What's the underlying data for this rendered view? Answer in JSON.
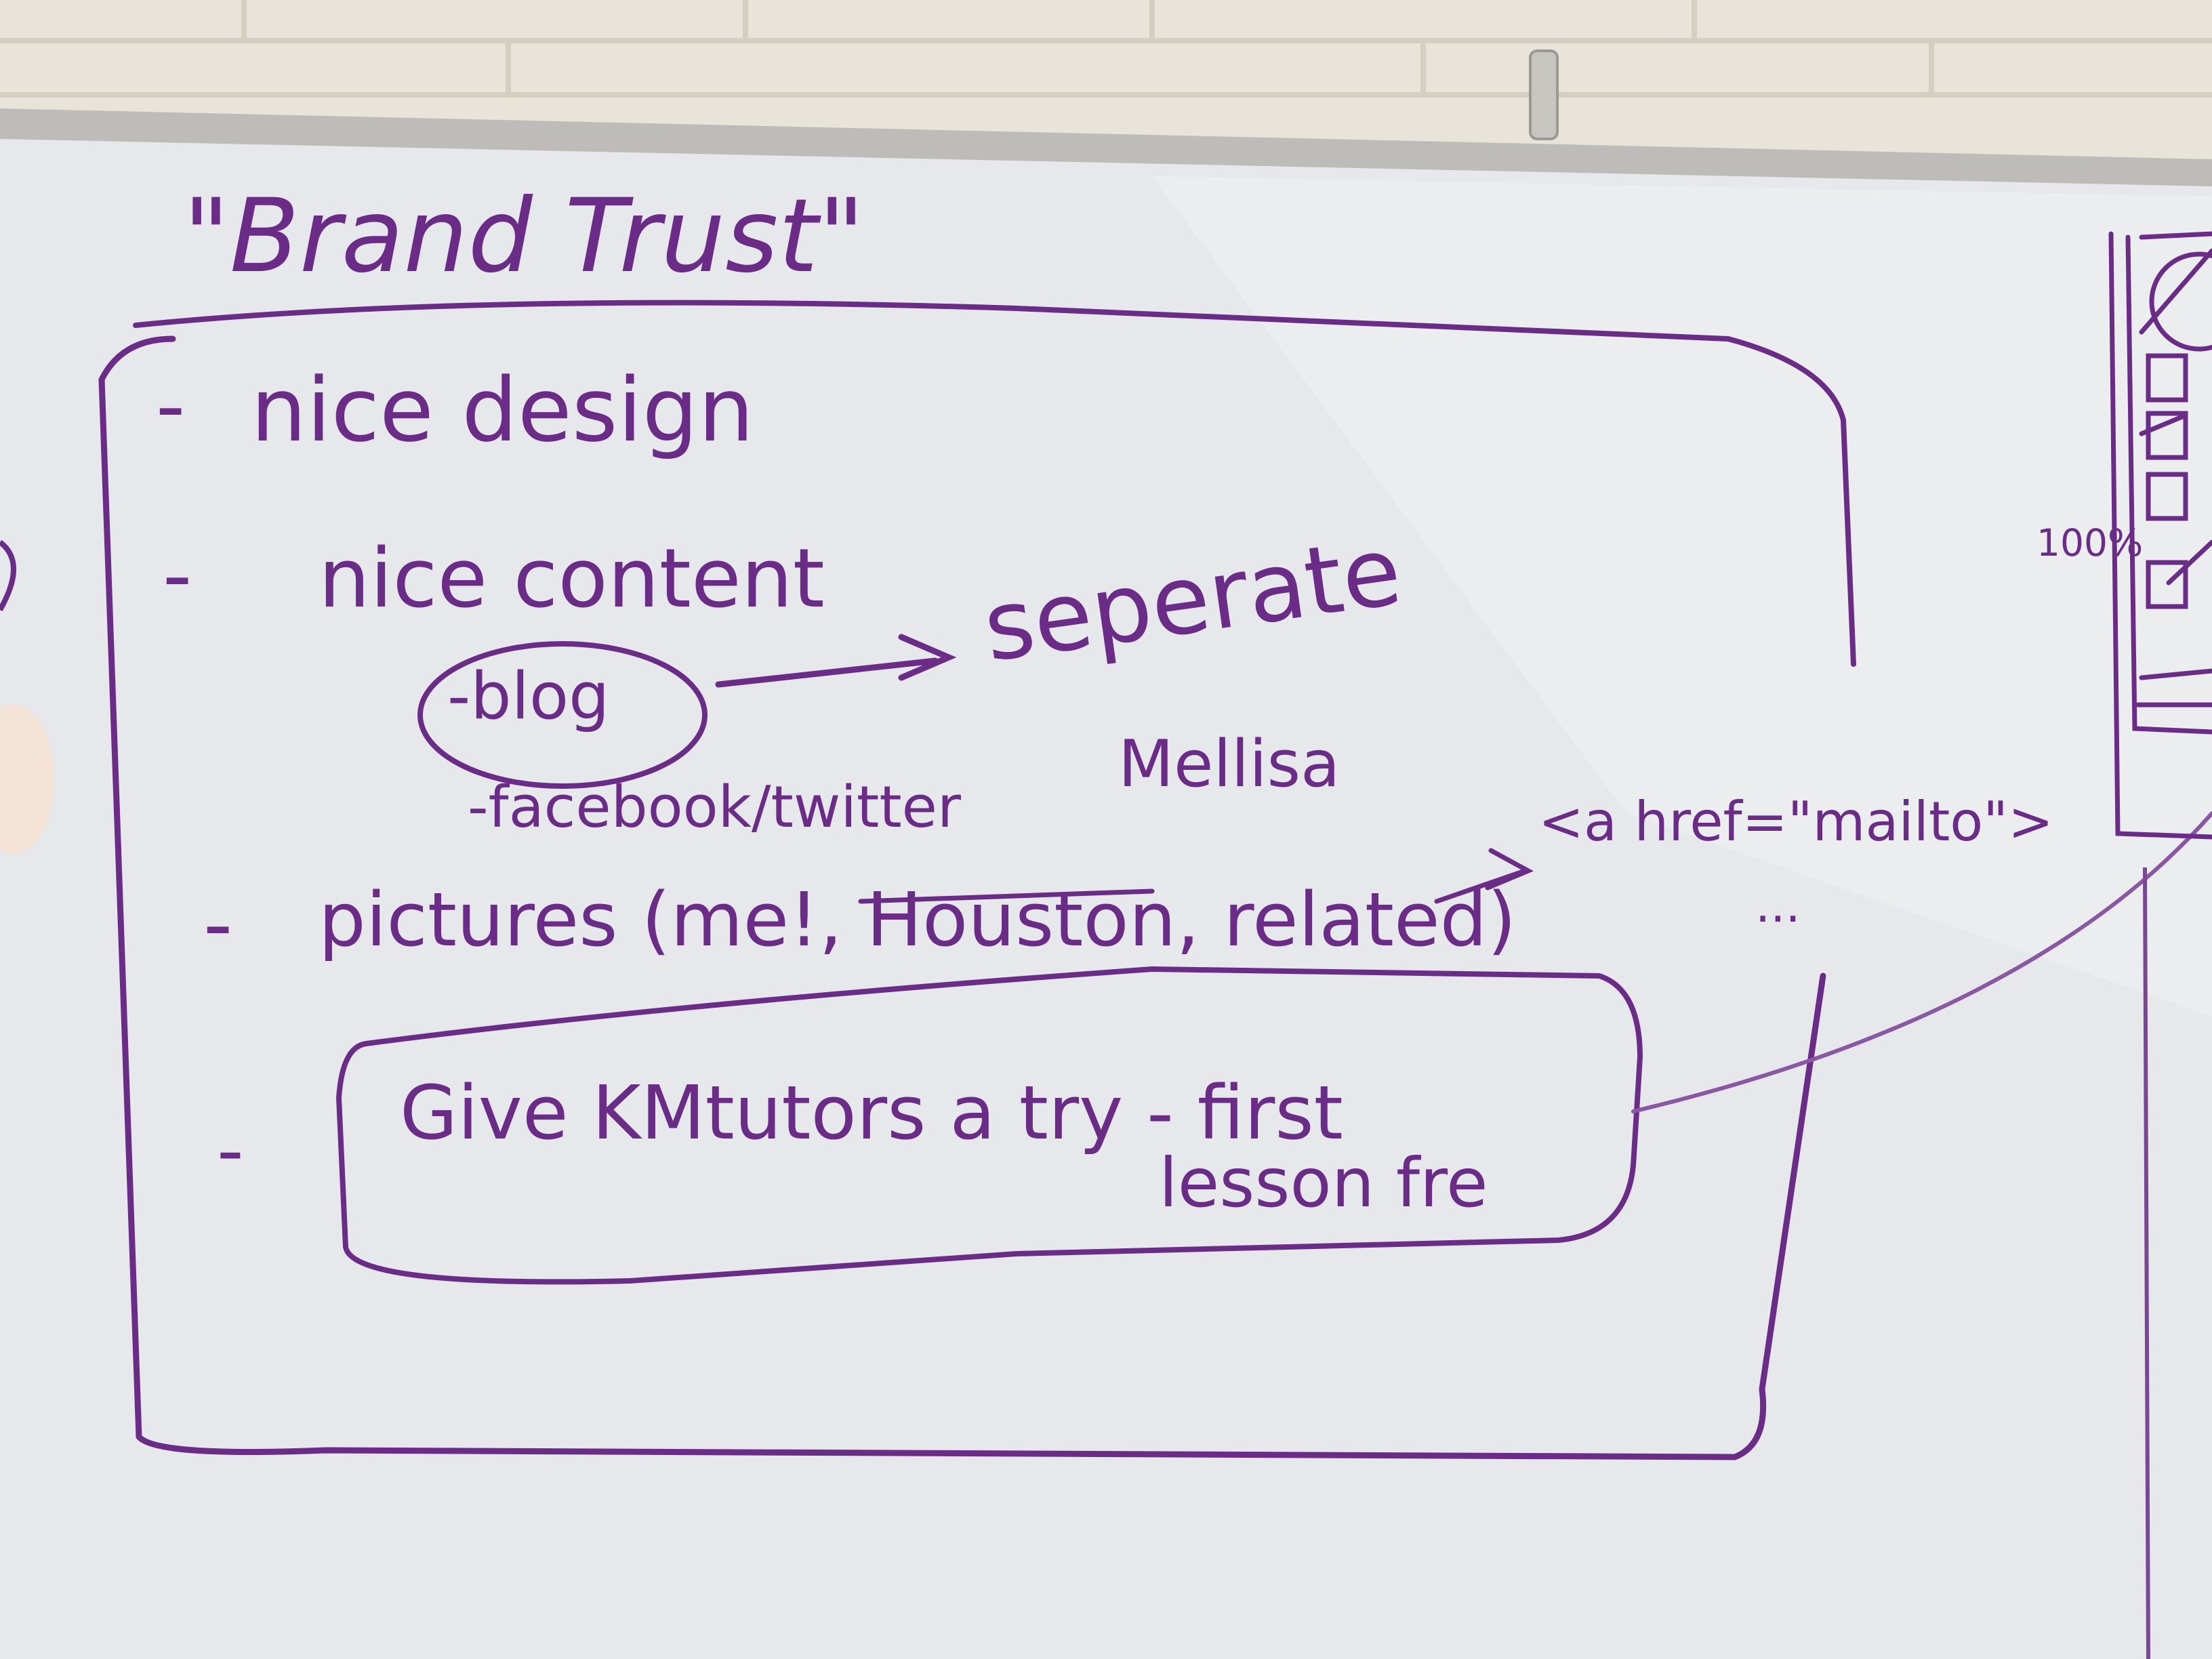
{
  "colors": {
    "wall": "#e9e4da",
    "mortar": "#d8d1c4",
    "board": "#e7e9ec",
    "board_frame": "#b9b8b3",
    "marker": "#6a2c86"
  },
  "board": {
    "title": "\"Brand Trust\"",
    "items": [
      {
        "bullet": "-",
        "text": "nice design"
      },
      {
        "bullet": "-",
        "text": "nice content"
      },
      {
        "bullet": "-",
        "text": "pictures (me!, Houston, related)"
      },
      {
        "bullet": "-",
        "text": "Give KMtutors a try - first lesson fre"
      }
    ],
    "sub_items": {
      "blog": "-blog",
      "social": "-facebook/twitter"
    },
    "annotations": {
      "seperate": "seperate",
      "mellisa": "Mellisa",
      "mailto": "<a href=\"mailto\">",
      "ellipsis": "...",
      "percent": "100%"
    },
    "cta": {
      "line1": "Give KMtutors a try - first",
      "line2": "lesson fre"
    }
  }
}
